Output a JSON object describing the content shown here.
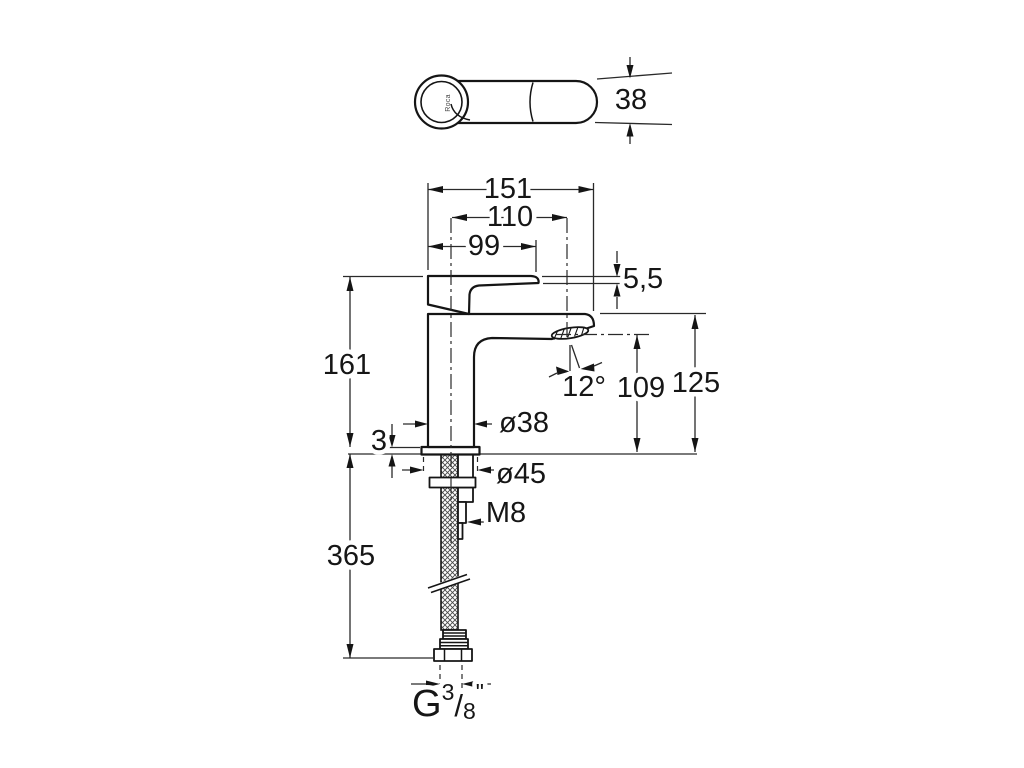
{
  "brand": {
    "logo_text": "Roca"
  },
  "dims": {
    "top_view_width": "38",
    "overall_depth": "151",
    "spout_reach": "110",
    "handle_length": "99",
    "lever_thickness": "5,5",
    "body_height": "161",
    "base_gap": "3",
    "body_diameter": "ø38",
    "base_diameter": "ø45",
    "stud_thread": "M8",
    "outlet_angle": "12°",
    "outlet_height": "109",
    "spout_tip_height": "125",
    "hose_length": "365",
    "thread_g": "G",
    "thread_numerator": "3",
    "thread_slash": "/",
    "thread_denominator": "8",
    "thread_inches_mark": "\""
  }
}
